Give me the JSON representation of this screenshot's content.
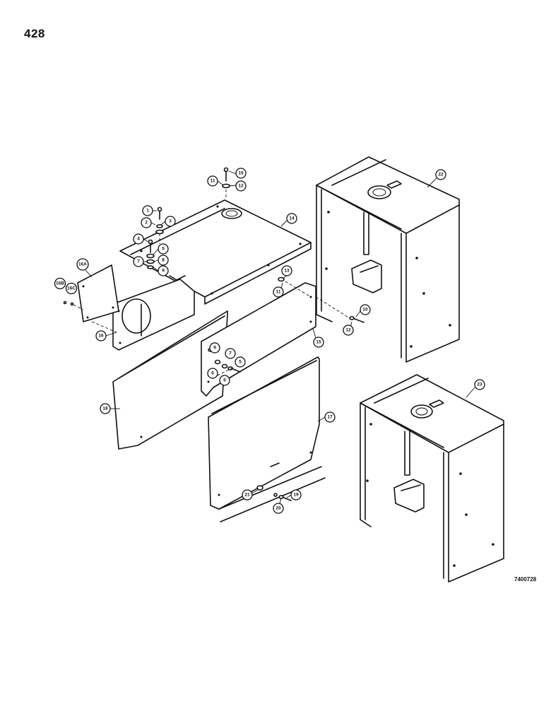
{
  "page": {
    "number": "428",
    "drawing_number": "7400728"
  },
  "callouts": [
    "1",
    "2",
    "3",
    "4",
    "5",
    "6",
    "7",
    "8",
    "9",
    "10",
    "11",
    "12",
    "13",
    "14",
    "15",
    "16",
    "16A",
    "16B",
    "16C",
    "17",
    "18",
    "19",
    "20",
    "21",
    "22",
    "23"
  ]
}
